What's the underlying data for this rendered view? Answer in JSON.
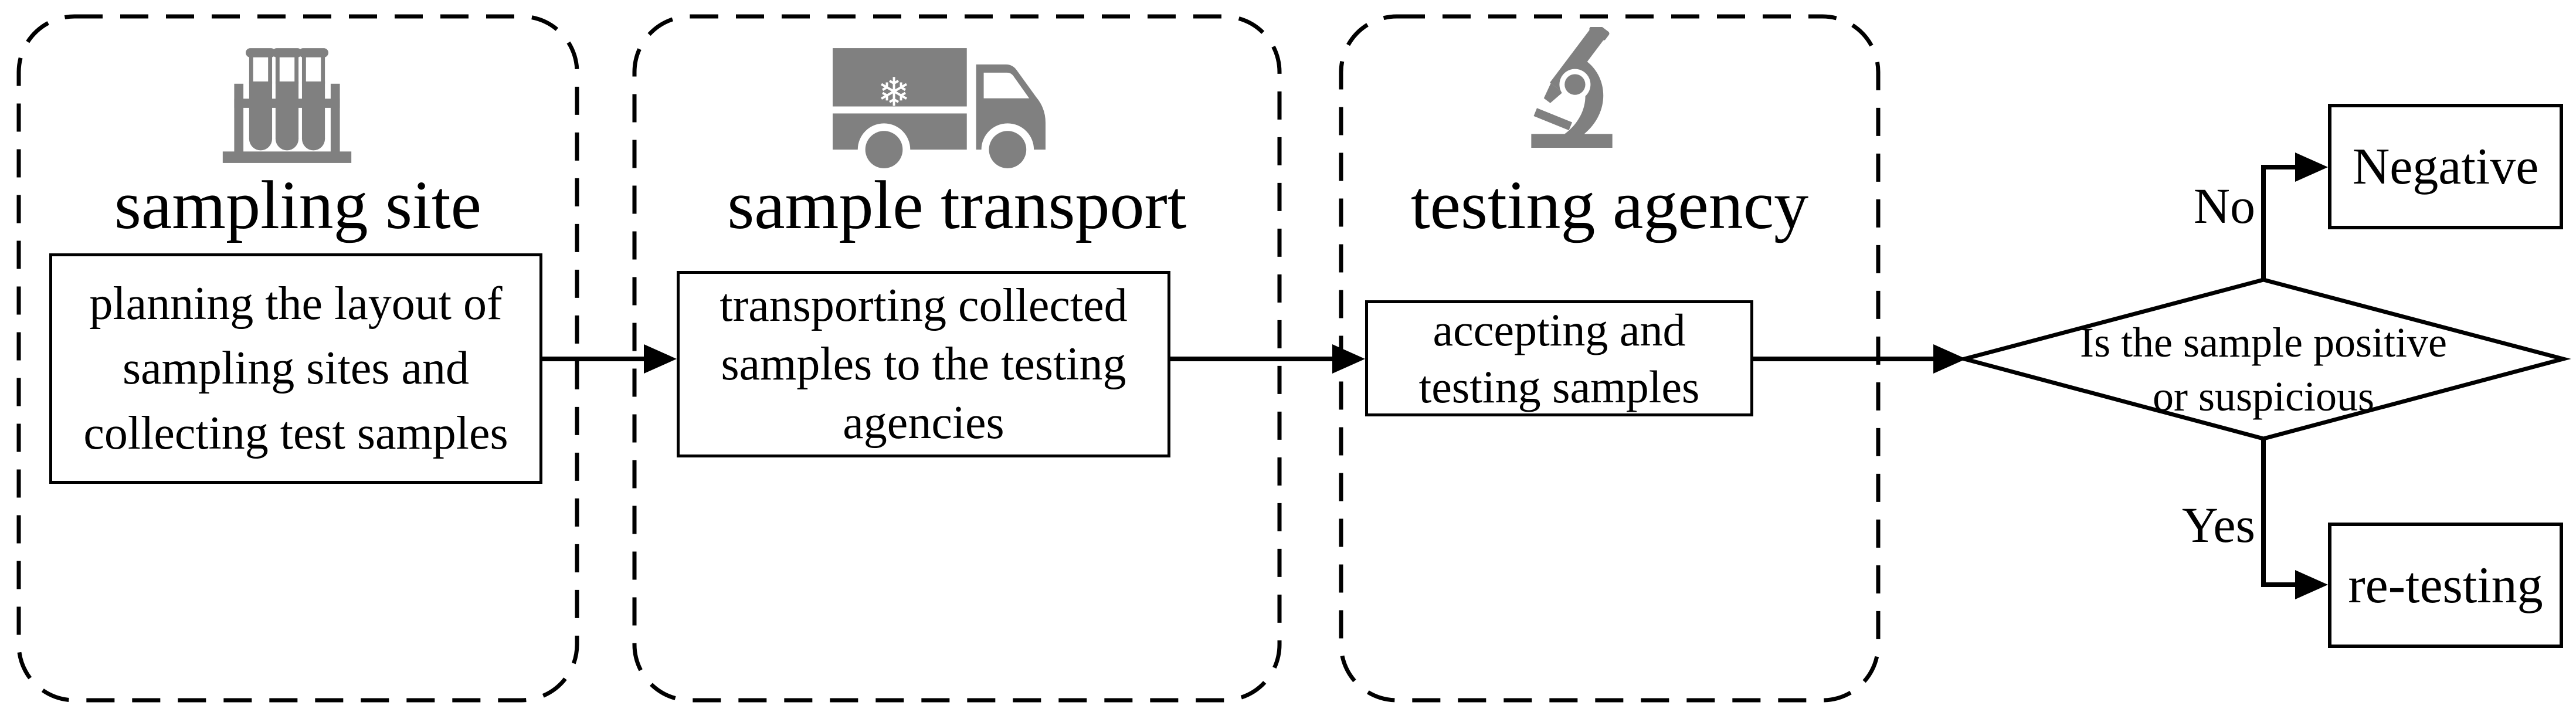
{
  "figure": {
    "panels": [
      {
        "title": "sampling site",
        "icon": "test-tube-rack-icon",
        "steps": [
          "planning the layout of",
          "sampling sites and",
          "collecting test samples"
        ]
      },
      {
        "title": "sample transport",
        "icon": "refrigerated-truck-icon",
        "steps": [
          "transporting collected",
          "samples to the testing",
          "agencies"
        ]
      },
      {
        "title": "testing agency",
        "icon": "microscope-icon",
        "steps": [
          "accepting and",
          "testing samples"
        ]
      }
    ],
    "decision": {
      "line1": "Is the sample positive",
      "line2": "or suspicious"
    },
    "no_branch": {
      "label": "No",
      "result": "Negative"
    },
    "yes_branch": {
      "label": "Yes",
      "result": "re-testing"
    },
    "colors": {
      "icon_gray": "#808080",
      "line_black": "#000000",
      "background": "#ffffff"
    }
  }
}
